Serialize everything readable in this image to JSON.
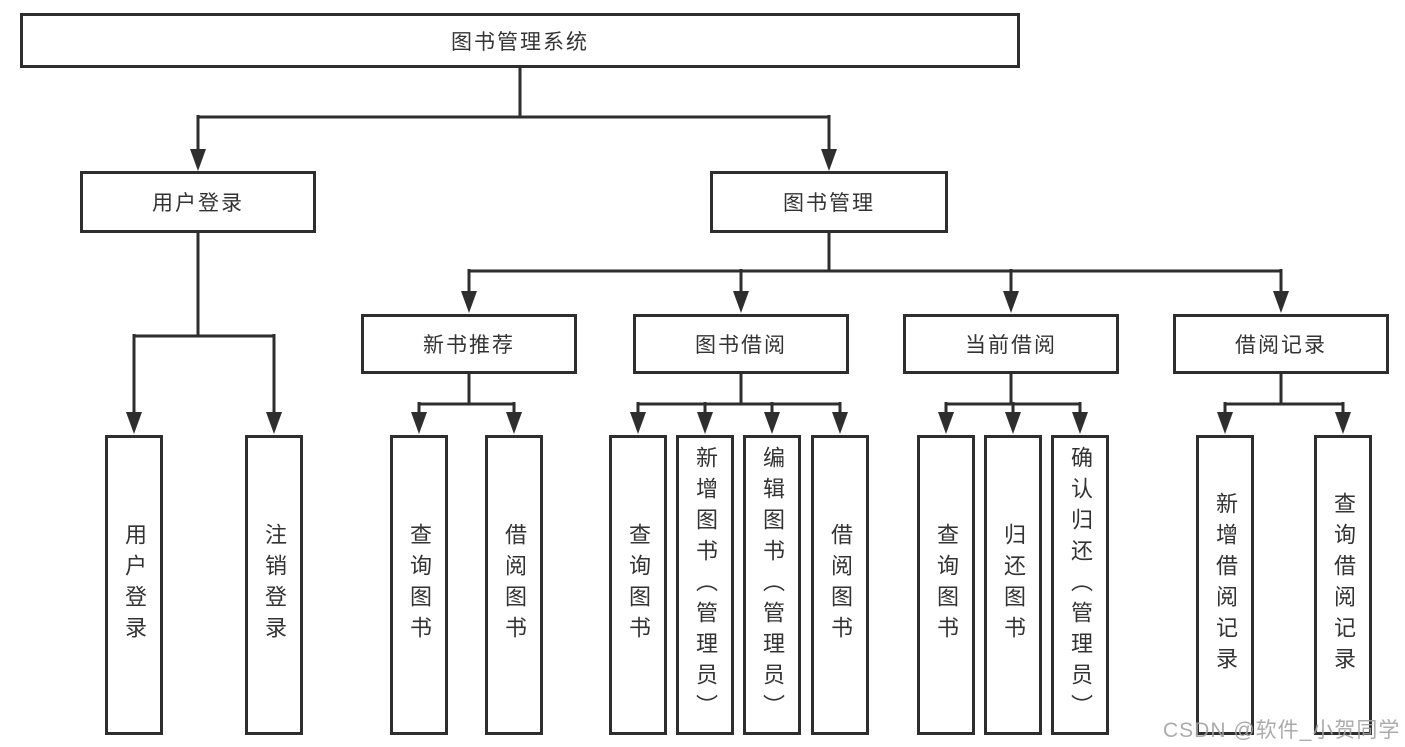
{
  "colors": {
    "background": "#ffffff",
    "line": "#2e2e2e",
    "box_border": "#2e2e2e",
    "text": "#333333",
    "watermark": "#a3a3a3"
  },
  "diagram": {
    "root": {
      "label": "图书管理系统"
    },
    "branches": [
      {
        "label": "用户登录",
        "children": [
          {
            "label": "用户登录"
          },
          {
            "label": "注销登录"
          }
        ]
      },
      {
        "label": "图书管理",
        "children": [
          {
            "label": "新书推荐",
            "children": [
              {
                "label": "查询图书"
              },
              {
                "label": "借阅图书"
              }
            ]
          },
          {
            "label": "图书借阅",
            "children": [
              {
                "label": "查询图书"
              },
              {
                "label": "新增图书（管理员）"
              },
              {
                "label": "编辑图书（管理员）"
              },
              {
                "label": "借阅图书"
              }
            ]
          },
          {
            "label": "当前借阅",
            "children": [
              {
                "label": "查询图书"
              },
              {
                "label": "归还图书"
              },
              {
                "label": "确认归还（管理员）"
              }
            ]
          },
          {
            "label": "借阅记录",
            "children": [
              {
                "label": "新增借阅记录"
              },
              {
                "label": "查询借阅记录"
              }
            ]
          }
        ]
      }
    ]
  },
  "watermark": {
    "text": "CSDN @软件_小贺同学"
  }
}
